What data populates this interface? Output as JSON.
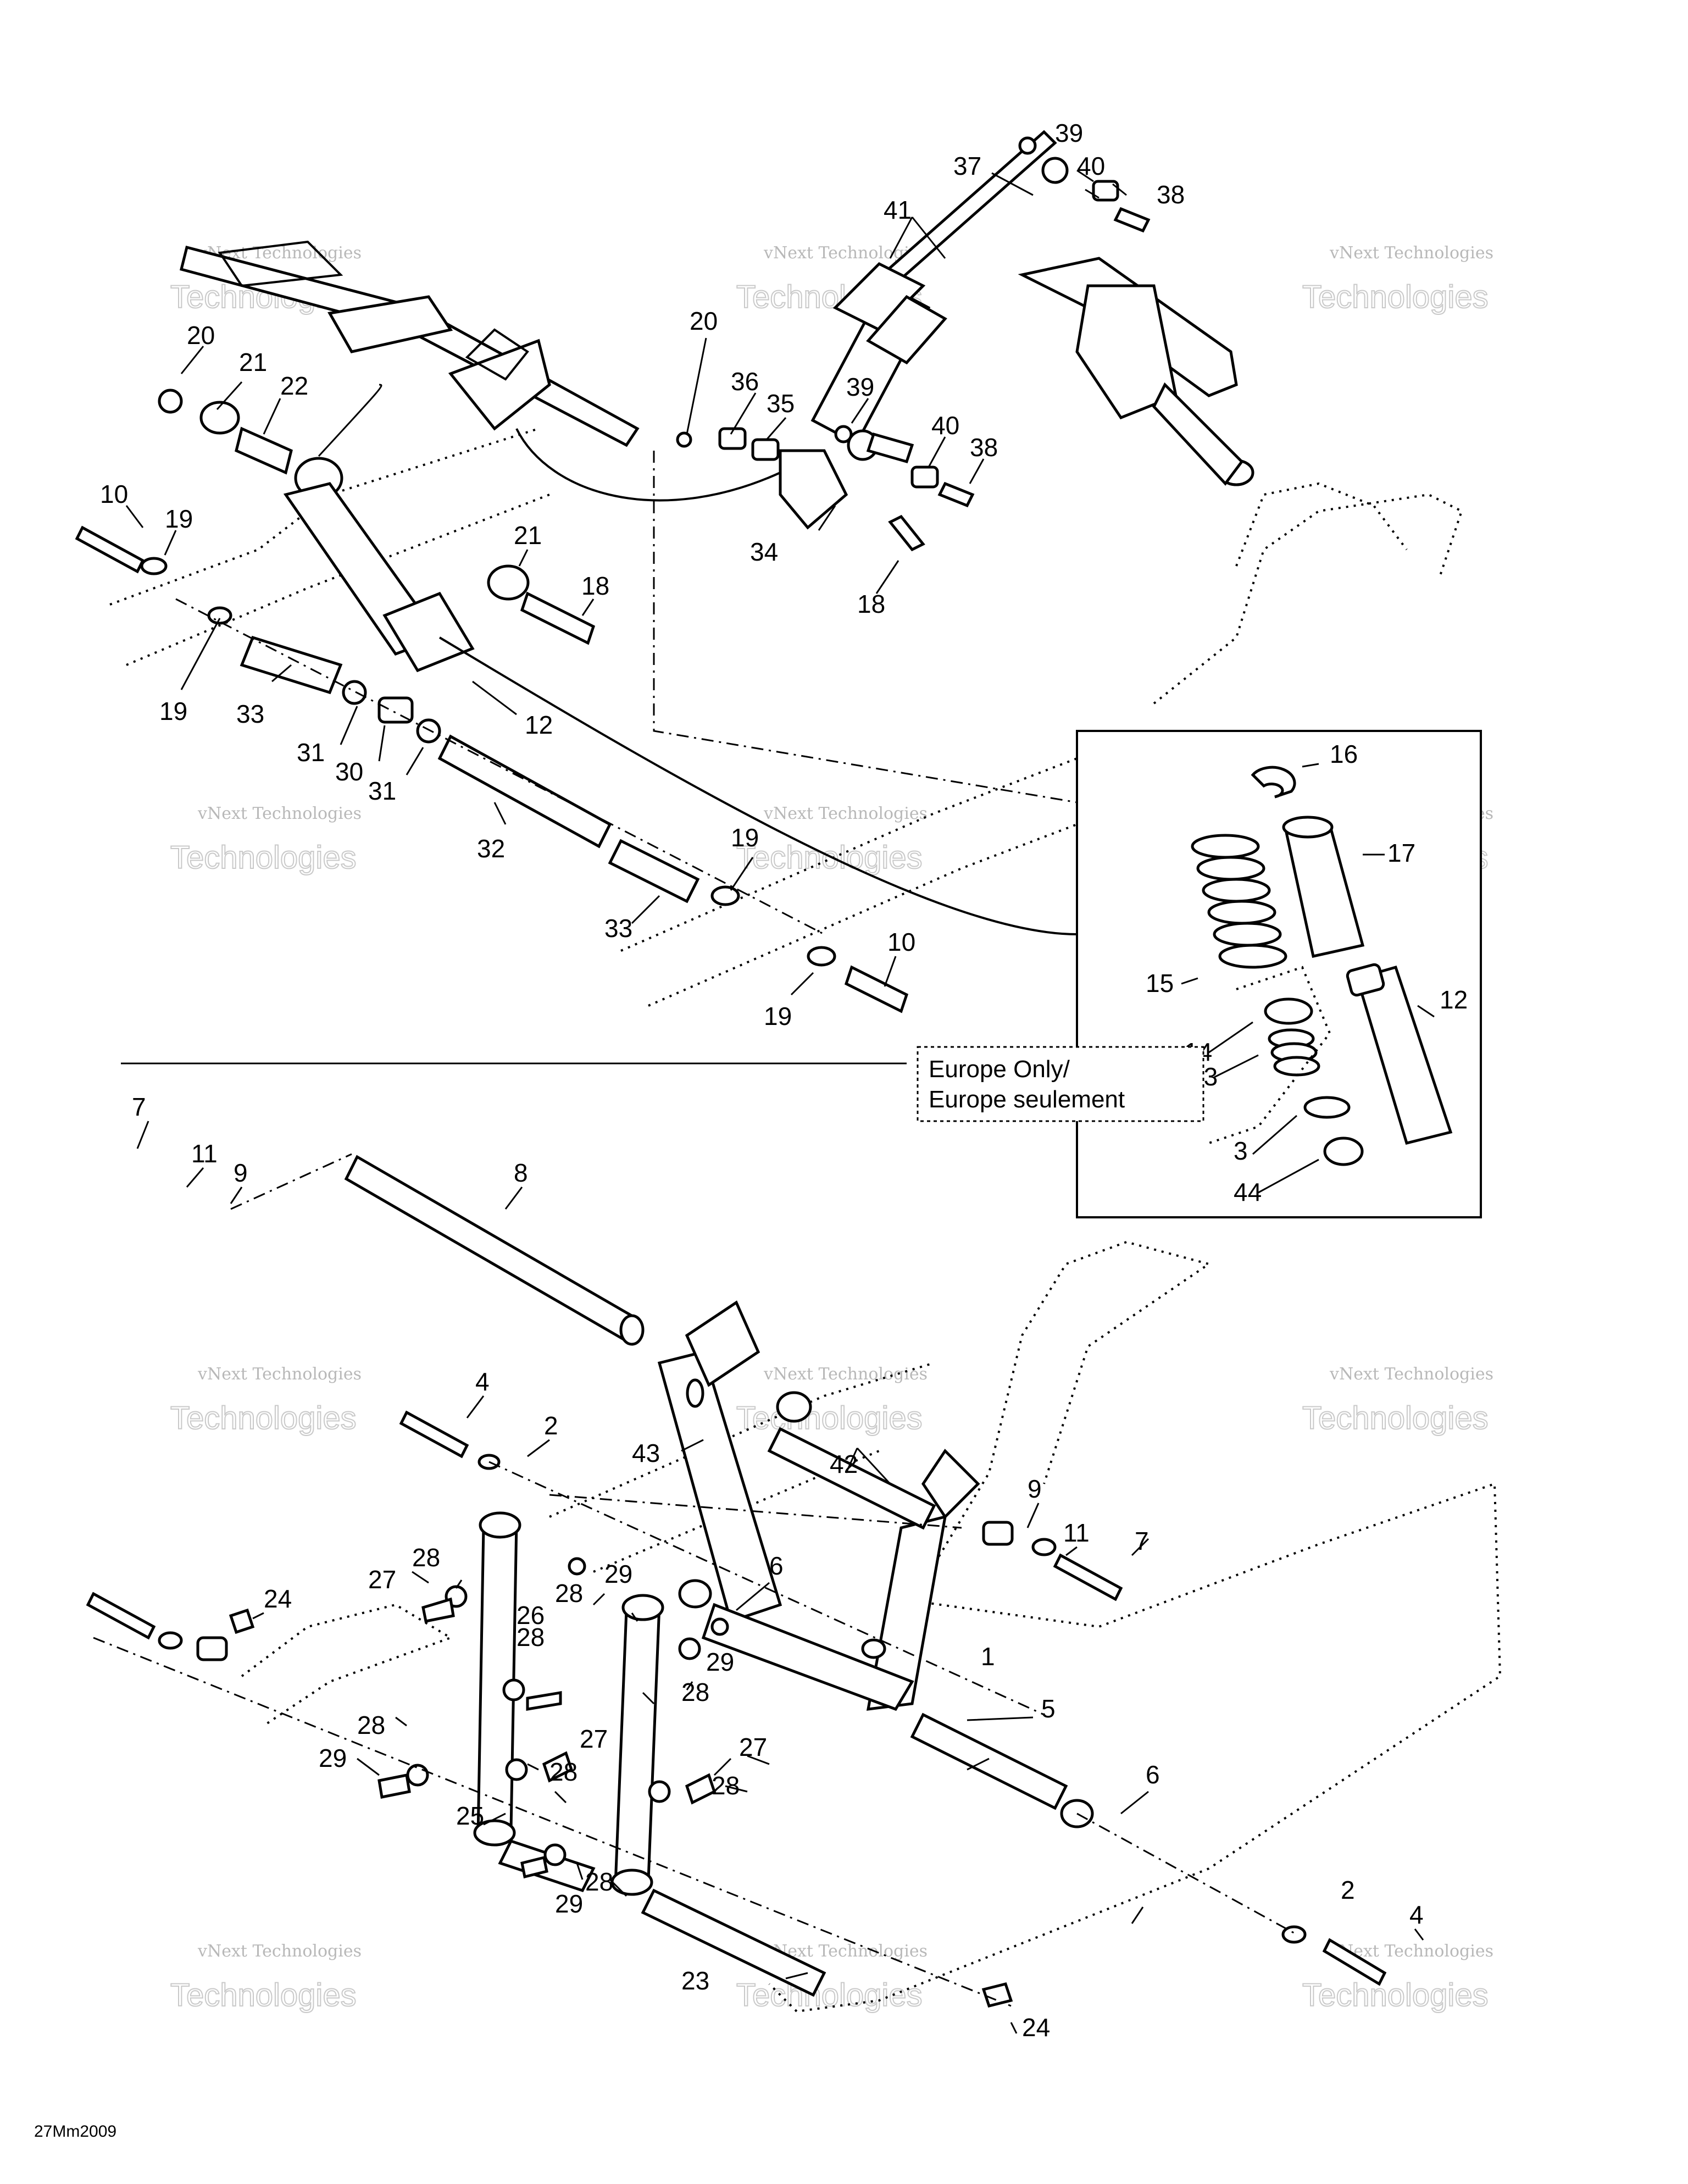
{
  "diagram": {
    "callout_box_text": [
      "Europe Only/",
      "Europe seulement"
    ],
    "drawing_code": "27Mm2009",
    "watermark_small": "vNext Technologies",
    "watermark_large": "Technologies",
    "labels_upper": [
      {
        "id": "u37",
        "text": "37"
      },
      {
        "id": "u39a",
        "text": "39"
      },
      {
        "id": "u40a",
        "text": "40"
      },
      {
        "id": "u38a",
        "text": "38"
      },
      {
        "id": "u41",
        "text": "41"
      },
      {
        "id": "u20a",
        "text": "20"
      },
      {
        "id": "u21a",
        "text": "21"
      },
      {
        "id": "u22",
        "text": "22"
      },
      {
        "id": "u20b",
        "text": "20"
      },
      {
        "id": "u36",
        "text": "36"
      },
      {
        "id": "u35",
        "text": "35"
      },
      {
        "id": "u39b",
        "text": "39"
      },
      {
        "id": "u40b",
        "text": "40"
      },
      {
        "id": "u38b",
        "text": "38"
      },
      {
        "id": "u10a",
        "text": "10"
      },
      {
        "id": "u19a",
        "text": "19"
      },
      {
        "id": "u21b",
        "text": "21"
      },
      {
        "id": "u18a",
        "text": "18"
      },
      {
        "id": "u34",
        "text": "34"
      },
      {
        "id": "u18b",
        "text": "18"
      },
      {
        "id": "u19b",
        "text": "19"
      },
      {
        "id": "u33a",
        "text": "33"
      },
      {
        "id": "u12a",
        "text": "12"
      },
      {
        "id": "u31a",
        "text": "31"
      },
      {
        "id": "u30",
        "text": "30"
      },
      {
        "id": "u31b",
        "text": "31"
      },
      {
        "id": "u32",
        "text": "32"
      },
      {
        "id": "u19c",
        "text": "19"
      },
      {
        "id": "u33b",
        "text": "33"
      },
      {
        "id": "u10b",
        "text": "10"
      },
      {
        "id": "u19d",
        "text": "19"
      }
    ],
    "labels_box": [
      {
        "id": "b16",
        "text": "16"
      },
      {
        "id": "b17",
        "text": "17"
      },
      {
        "id": "b15",
        "text": "15"
      },
      {
        "id": "b12",
        "text": "12"
      },
      {
        "id": "b14",
        "text": "14"
      },
      {
        "id": "b13",
        "text": "13"
      },
      {
        "id": "b3",
        "text": "3"
      },
      {
        "id": "b44",
        "text": "44"
      }
    ],
    "labels_lower": [
      {
        "id": "l7a",
        "text": "7"
      },
      {
        "id": "l11a",
        "text": "11"
      },
      {
        "id": "l9a",
        "text": "9"
      },
      {
        "id": "l8",
        "text": "8"
      },
      {
        "id": "l4a",
        "text": "4"
      },
      {
        "id": "l2a",
        "text": "2"
      },
      {
        "id": "l43",
        "text": "43"
      },
      {
        "id": "l42",
        "text": "42"
      },
      {
        "id": "l9b",
        "text": "9"
      },
      {
        "id": "l11b",
        "text": "11"
      },
      {
        "id": "l7b",
        "text": "7"
      },
      {
        "id": "l28a",
        "text": "28"
      },
      {
        "id": "l27a",
        "text": "27"
      },
      {
        "id": "l28b",
        "text": "28"
      },
      {
        "id": "l29a",
        "text": "29"
      },
      {
        "id": "l26",
        "text": "26"
      },
      {
        "id": "l6a",
        "text": "6"
      },
      {
        "id": "l24a",
        "text": "24"
      },
      {
        "id": "l28c",
        "text": "28"
      },
      {
        "id": "l29b",
        "text": "29"
      },
      {
        "id": "l28d",
        "text": "28"
      },
      {
        "id": "l1",
        "text": "1"
      },
      {
        "id": "l27b",
        "text": "27"
      },
      {
        "id": "l28e",
        "text": "28"
      },
      {
        "id": "l29c",
        "text": "29"
      },
      {
        "id": "l28f",
        "text": "28"
      },
      {
        "id": "l5",
        "text": "5"
      },
      {
        "id": "l6b",
        "text": "6"
      },
      {
        "id": "l27c",
        "text": "27"
      },
      {
        "id": "l28g",
        "text": "28"
      },
      {
        "id": "l25",
        "text": "25"
      },
      {
        "id": "l28h",
        "text": "28"
      },
      {
        "id": "l29d",
        "text": "29"
      },
      {
        "id": "l2b",
        "text": "2"
      },
      {
        "id": "l4b",
        "text": "4"
      },
      {
        "id": "l23",
        "text": "23"
      },
      {
        "id": "l24b",
        "text": "24"
      }
    ]
  }
}
